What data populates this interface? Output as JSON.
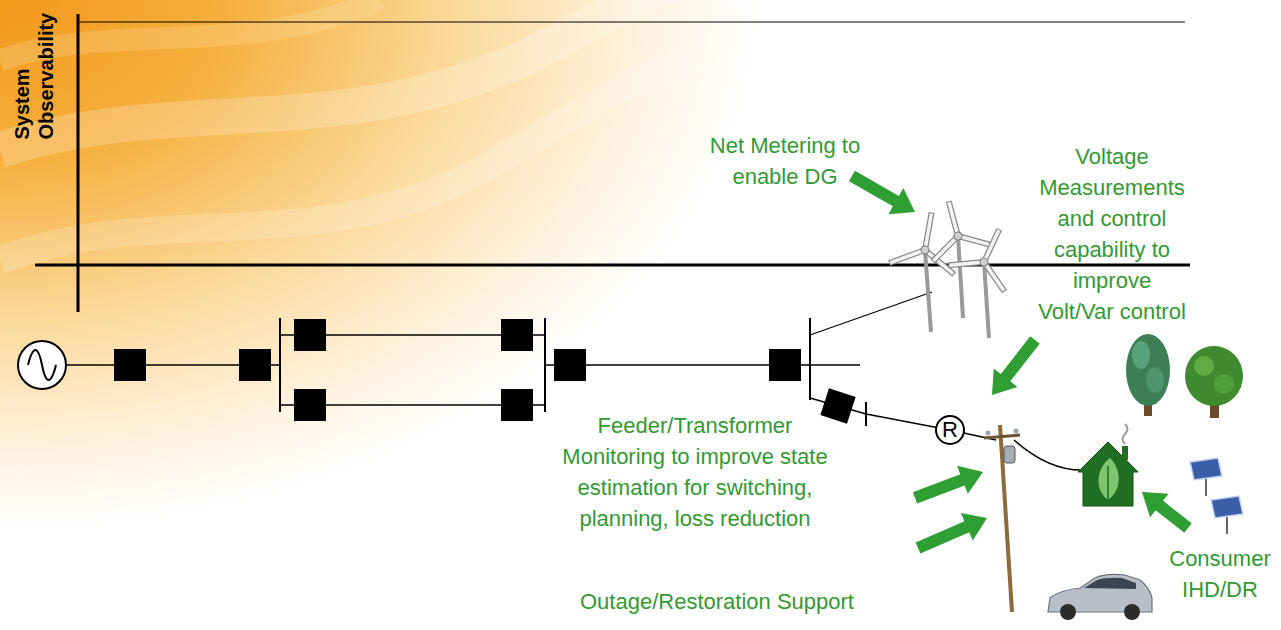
{
  "diagram": {
    "nodes": [
      {
        "text": [
          "R"
        ]
      }
    ],
    "labels": [
      "System Observability",
      "Net Metering to enable DG",
      "Voltage Measurements and control capability to improve Volt/Var control",
      "Feeder/Transformer Monitoring to improve state estimation for switching, planning, loss reduction",
      "Outage/Restoration Support",
      "Consumer IHD/DR"
    ]
  }
}
